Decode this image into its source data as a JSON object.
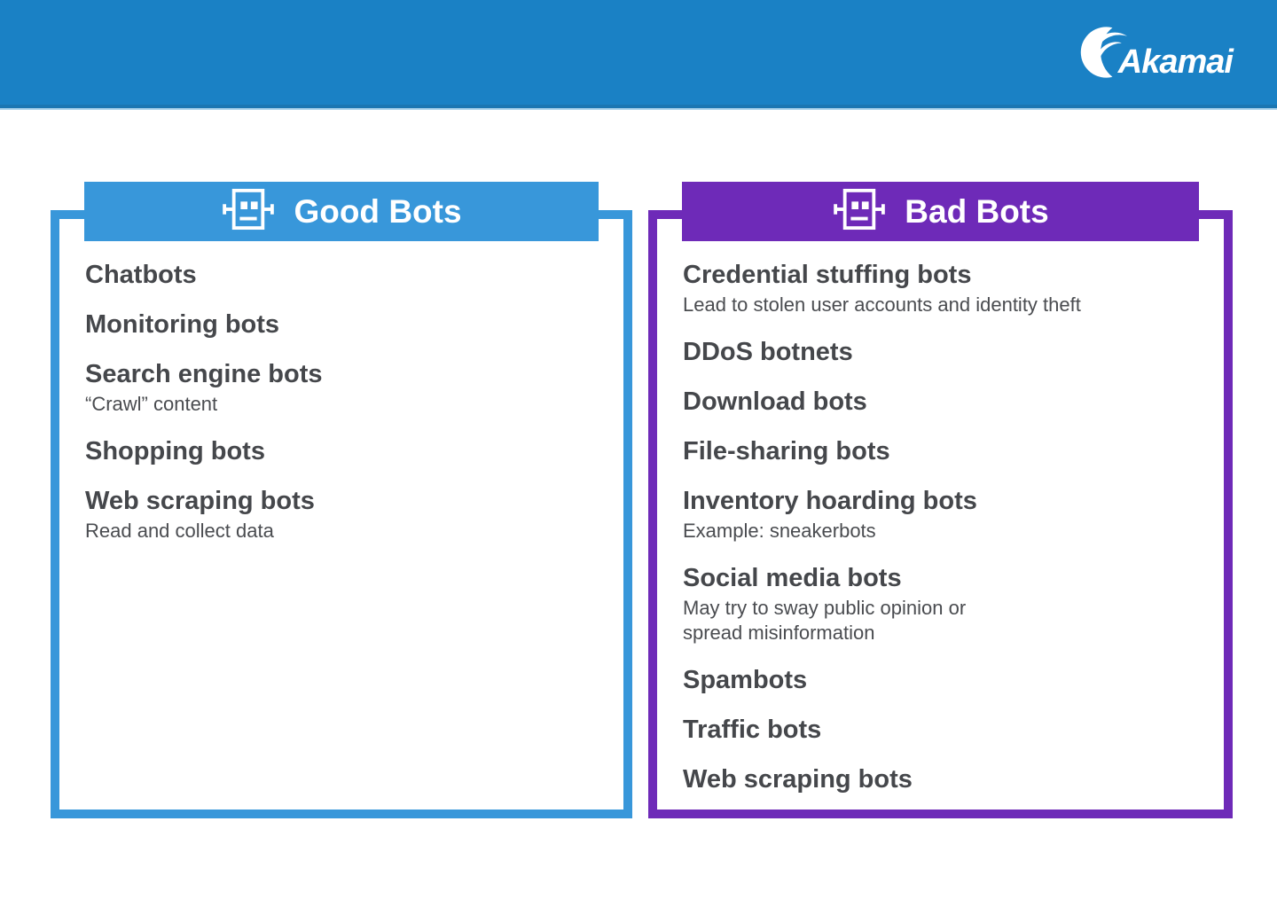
{
  "header": {
    "brand": "Akamai"
  },
  "colors": {
    "top_band_blue": "#1a81c5",
    "good_accent": "#3897da",
    "bad_accent": "#6e2ab8",
    "text_dark": "#45474b"
  },
  "panels": [
    {
      "title": "Good Bots",
      "items": [
        {
          "label": "Chatbots",
          "sub": ""
        },
        {
          "label": "Monitoring bots",
          "sub": ""
        },
        {
          "label": "Search engine bots",
          "sub": "“Crawl” content"
        },
        {
          "label": "Shopping bots",
          "sub": ""
        },
        {
          "label": "Web scraping bots",
          "sub": "Read and collect data"
        }
      ]
    },
    {
      "title": "Bad Bots",
      "items": [
        {
          "label": "Credential stuffing bots",
          "sub": "Lead to stolen user accounts and identity theft"
        },
        {
          "label": "DDoS botnets",
          "sub": ""
        },
        {
          "label": "Download bots",
          "sub": ""
        },
        {
          "label": "File-sharing bots",
          "sub": ""
        },
        {
          "label": "Inventory hoarding bots",
          "sub": "Example: sneakerbots"
        },
        {
          "label": "Social media bots",
          "sub": "May try to sway public opinion or\nspread misinformation"
        },
        {
          "label": "Spambots",
          "sub": ""
        },
        {
          "label": "Traffic bots",
          "sub": ""
        },
        {
          "label": "Web scraping bots",
          "sub": ""
        }
      ]
    }
  ]
}
